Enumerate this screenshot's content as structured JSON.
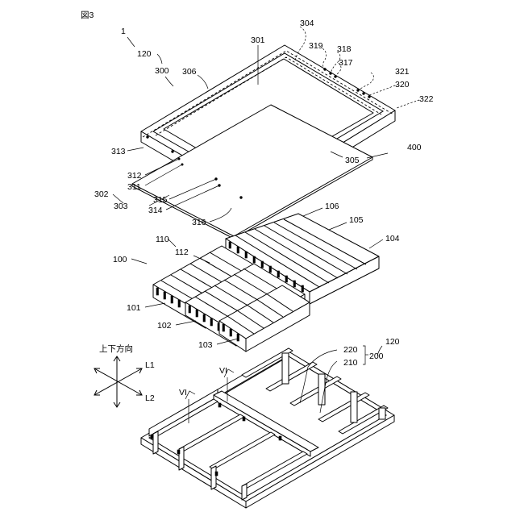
{
  "figure": {
    "title": "図3",
    "direction_label": "上下方向",
    "axis_labels": [
      "L1",
      "L2"
    ],
    "section_marks": [
      "VI",
      "VI"
    ],
    "labels": [
      "1",
      "120",
      "300",
      "306",
      "301",
      "304",
      "319",
      "318",
      "317",
      "321",
      "320",
      "322",
      "313",
      "400",
      "305",
      "312",
      "311",
      "302",
      "303",
      "315",
      "314",
      "316",
      "106",
      "105",
      "104",
      "110",
      "112",
      "100",
      "101",
      "102",
      "103",
      "220",
      "210",
      "200",
      "120"
    ]
  }
}
